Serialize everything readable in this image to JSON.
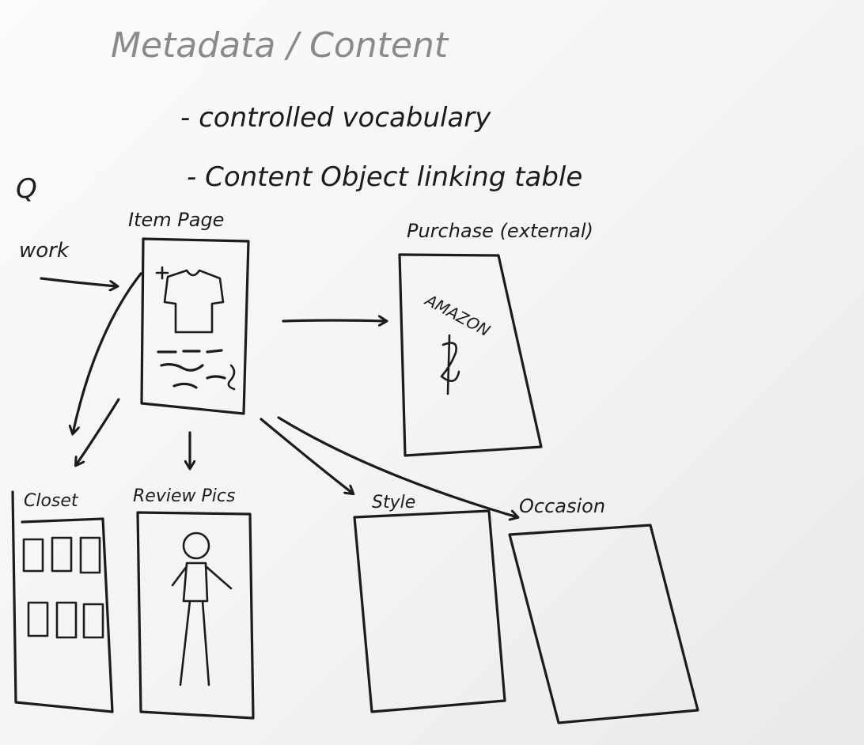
{
  "heading": "Metadata / Content",
  "notes": [
    "- controlled vocabulary",
    "- Content Object linking table"
  ],
  "marker": "Q",
  "entry_label": "work",
  "nodes": {
    "item_page": "Item Page",
    "purchase": "Purchase (external)",
    "amazon": "AMAZON",
    "closet": "Closet",
    "review_pics": "Review Pics",
    "style": "Style",
    "occasion": "Occasion"
  }
}
